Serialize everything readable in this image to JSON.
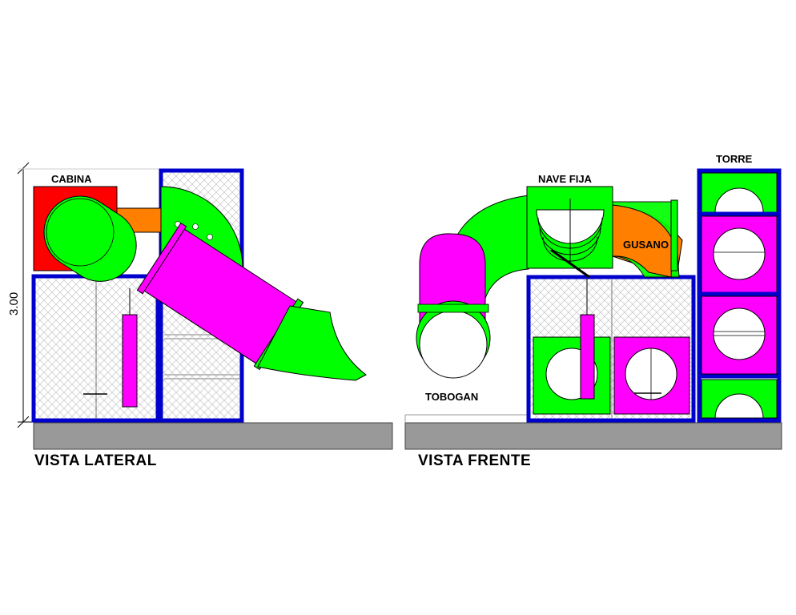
{
  "labels": {
    "cabina": "CABINA",
    "nave_fija": "NAVE FIJA",
    "torre": "TORRE",
    "gusano": "GUSANO",
    "tobogan": "TOBOGAN",
    "vista_lateral": "VISTA LATERAL",
    "vista_frente": "VISTA FRENTE",
    "dimension": "3.00"
  },
  "colors": {
    "green": "#00ff00",
    "magenta": "#ff00ff",
    "red": "#ff0000",
    "orange": "#ff8000",
    "blue": "#0000cc",
    "ground": "#999999",
    "hatch": "#bbbbbb"
  }
}
